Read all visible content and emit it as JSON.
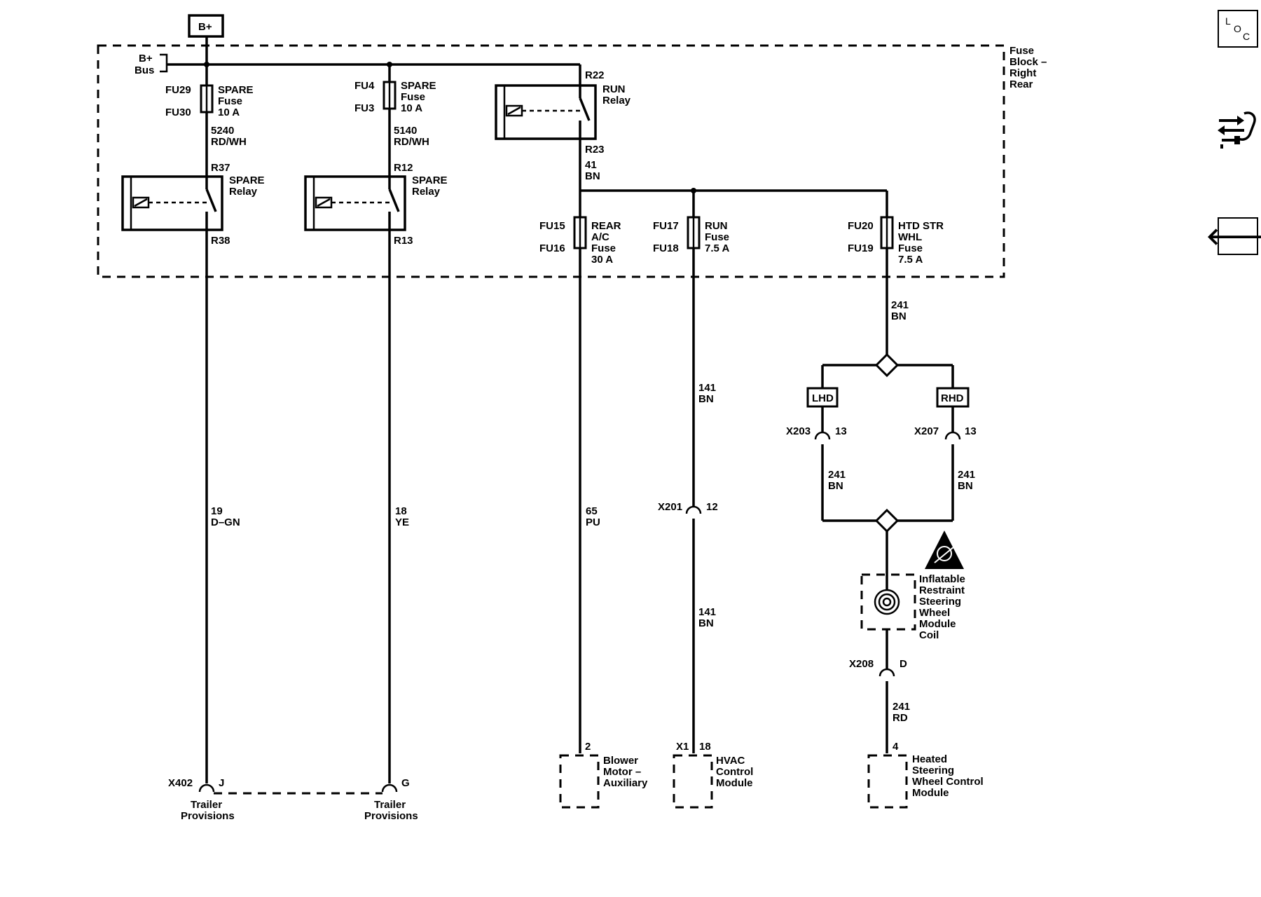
{
  "power": {
    "b_plus": "B+",
    "bus_line1": "B+",
    "bus_line2": "Bus"
  },
  "fuse_block": {
    "line1": "Fuse",
    "line2": "Block –",
    "line3": "Right",
    "line4": "Rear"
  },
  "fuses": [
    {
      "top": "FU29",
      "bottom": "FU30",
      "name1": "SPARE",
      "name2": "Fuse",
      "rating": "10 A"
    },
    {
      "top": "FU4",
      "bottom": "FU3",
      "name1": "SPARE",
      "name2": "Fuse",
      "rating": "10 A"
    },
    {
      "top": "FU15",
      "bottom": "FU16",
      "name1": "REAR",
      "name2": "A/C",
      "name3": "Fuse",
      "rating": "30 A"
    },
    {
      "top": "FU17",
      "bottom": "FU18",
      "name1": "RUN",
      "name2": "Fuse",
      "rating": "7.5 A"
    },
    {
      "top": "FU20",
      "bottom": "FU19",
      "name1": "HTD STR",
      "name2": "WHL",
      "name3": "Fuse",
      "rating": "7.5 A"
    }
  ],
  "relays": [
    {
      "top_pin": "R37",
      "bottom_pin": "R38",
      "name1": "SPARE",
      "name2": "Relay"
    },
    {
      "top_pin": "R12",
      "bottom_pin": "R13",
      "name1": "SPARE",
      "name2": "Relay"
    },
    {
      "top_pin": "R22",
      "bottom_pin": "R23",
      "name1": "RUN",
      "name2": "Relay"
    }
  ],
  "wires": {
    "w5240": {
      "num": "5240",
      "color": "RD/WH"
    },
    "w5140": {
      "num": "5140",
      "color": "RD/WH"
    },
    "w41": {
      "num": "41",
      "color": "BN"
    },
    "w241_top": {
      "num": "241",
      "color": "BN"
    },
    "w241_left": {
      "num": "241",
      "color": "BN"
    },
    "w241_right": {
      "num": "241",
      "color": "BN"
    },
    "w241_bottom": {
      "num": "241",
      "color": "RD"
    },
    "w141_top": {
      "num": "141",
      "color": "BN"
    },
    "w141_bottom": {
      "num": "141",
      "color": "BN"
    },
    "w19": {
      "num": "19",
      "color": "D–GN"
    },
    "w18": {
      "num": "18",
      "color": "YE"
    },
    "w65": {
      "num": "65",
      "color": "PU"
    }
  },
  "options": {
    "lhd": "LHD",
    "rhd": "RHD"
  },
  "connectors": {
    "x203": {
      "id": "X203",
      "pin": "13"
    },
    "x207": {
      "id": "X207",
      "pin": "13"
    },
    "x201": {
      "id": "X201",
      "pin": "12"
    },
    "x208": {
      "id": "X208",
      "pin": "D"
    },
    "x402": {
      "id": "X402",
      "pin_j": "J",
      "pin_g": "G"
    },
    "x1": {
      "id": "X1",
      "pin": "18"
    }
  },
  "components": {
    "trailer_left": {
      "line1": "Trailer",
      "line2": "Provisions"
    },
    "trailer_right": {
      "line1": "Trailer",
      "line2": "Provisions"
    },
    "blower": {
      "pin": "2",
      "line1": "Blower",
      "line2": "Motor –",
      "line3": "Auxiliary"
    },
    "hvac": {
      "line1": "HVAC",
      "line2": "Control",
      "line3": "Module"
    },
    "heated": {
      "pin": "4",
      "line1": "Heated",
      "line2": "Steering",
      "line3": "Wheel Control",
      "line4": "Module"
    },
    "coil": {
      "line1": "Inflatable",
      "line2": "Restraint",
      "line3": "Steering",
      "line4": "Wheel",
      "line5": "Module",
      "line6": "Coil"
    }
  },
  "sidebar": {
    "loc_l": "L",
    "loc_o": "O",
    "loc_c": "C",
    "back_symbol": "🡐"
  },
  "icons": {
    "loc": "location-icon",
    "connector": "connector-view-icon",
    "back": "back-arrow-icon"
  }
}
